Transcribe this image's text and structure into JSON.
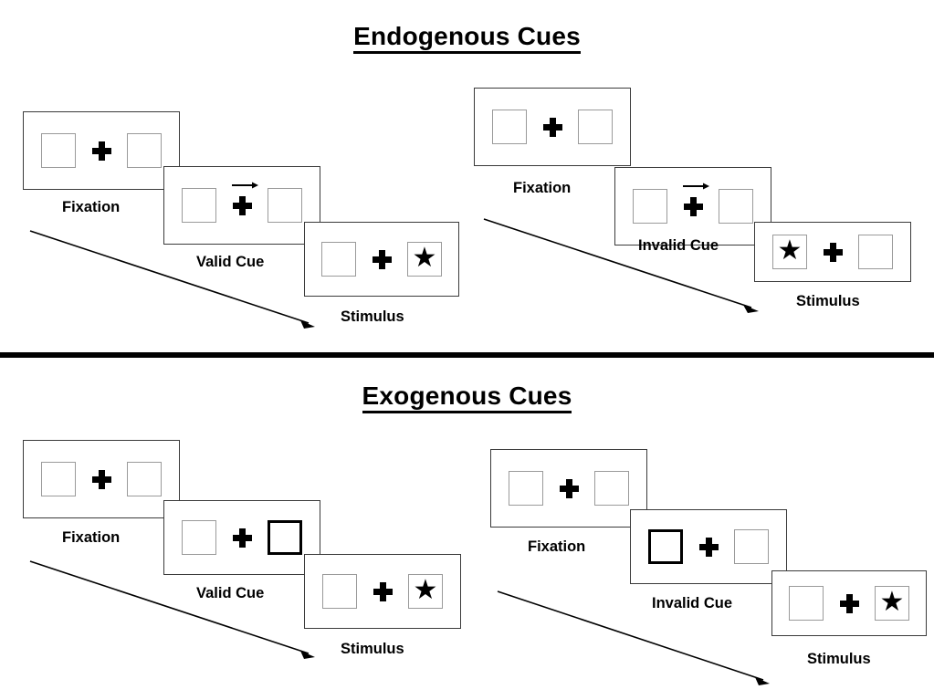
{
  "figure": {
    "sections": [
      {
        "title": "Endogenous Cues",
        "cue_type": "arrow",
        "columns": [
          {
            "name": "valid",
            "cue_label": "Valid Cue",
            "fixation_label": "Fixation",
            "stimulus_label": "Stimulus",
            "cue_direction": "right",
            "cued_side": "right",
            "target_side": "right"
          },
          {
            "name": "invalid",
            "cue_label": "Invalid Cue",
            "fixation_label": "Fixation",
            "stimulus_label": "Stimulus",
            "cue_direction": "right",
            "cued_side": "right",
            "target_side": "left"
          }
        ]
      },
      {
        "title": "Exogenous Cues",
        "cue_type": "box-flash",
        "columns": [
          {
            "name": "valid",
            "cue_label": "Valid Cue",
            "fixation_label": "Fixation",
            "stimulus_label": "Stimulus",
            "cue_direction": "right",
            "cued_side": "right",
            "target_side": "right"
          },
          {
            "name": "invalid",
            "cue_label": "Invalid Cue",
            "fixation_label": "Fixation",
            "stimulus_label": "Stimulus",
            "cue_direction": "left",
            "cued_side": "left",
            "target_side": "right"
          }
        ]
      }
    ],
    "glyphs": {
      "star": "★",
      "fixation": "plus-cross",
      "arrow": "arrow-right"
    },
    "colors": {
      "ink": "#000000",
      "frame_border": "#3a3a3a",
      "box_border": "#9a9a9a",
      "cued_box_border": "#000000",
      "background": "#ffffff"
    }
  }
}
